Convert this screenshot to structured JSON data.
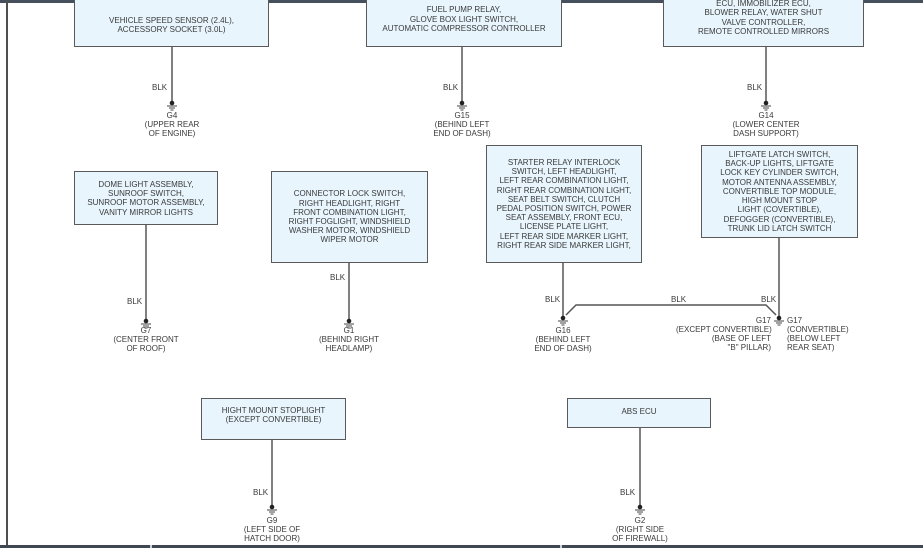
{
  "components": [
    {
      "id": "b1",
      "lines": [
        "VEHICLE SPEED SENSOR (2.4L),",
        "ACCESSORY SOCKET (3.0L)"
      ]
    },
    {
      "id": "b2",
      "lines": [
        "FUEL PUMP RELAY,",
        "GLOVE BOX LIGHT SWITCH,",
        "AUTOMATIC COMPRESSOR CONTROLLER"
      ]
    },
    {
      "id": "b3",
      "lines": [
        "ECU, IMMOBILIZER ECU,",
        "BLOWER RELAY, WATER SHUT",
        "VALVE CONTROLLER,",
        "REMOTE CONTROLLED MIRRORS"
      ]
    },
    {
      "id": "b4",
      "lines": [
        "DOME LIGHT ASSEMBLY,",
        "SUNROOF SWITCH,",
        "SUNROOF MOTOR ASSEMBLY,",
        "VANITY MIRROR LIGHTS"
      ]
    },
    {
      "id": "b5",
      "lines": [
        "CONNECTOR LOCK SWITCH,",
        "RIGHT HEADLIGHT, RIGHT",
        "FRONT COMBINATION LIGHT,",
        "RIGHT FOGLIGHT, WINDSHIELD",
        "WASHER MOTOR, WINDSHIELD",
        "WIPER MOTOR"
      ]
    },
    {
      "id": "b6",
      "lines": [
        "STARTER RELAY INTERLOCK",
        "SWITCH, LEFT HEADLIGHT,",
        "LEFT REAR COMBINATION LIGHT,",
        "RIGHT REAR COMBINATION LIGHT,",
        "SEAT BELT SWITCH, CLUTCH",
        "PEDAL POSITION SWITCH, POWER",
        "SEAT ASSEMBLY, FRONT ECU,",
        "LICENSE PLATE LIGHT,",
        "LEFT REAR SIDE MARKER LIGHT,",
        "RIGHT REAR SIDE MARKER LIGHT,"
      ]
    },
    {
      "id": "b7",
      "lines": [
        "LIFTGATE LATCH SWITCH,",
        "BACK-UP LIGHTS, LIFTGATE",
        "LOCK KEY CYLINDER SWITCH,",
        "MOTOR ANTENNA ASSEMBLY,",
        "CONVERTIBLE TOP MODULE,",
        "HIGH MOUNT STOP",
        "LIGHT (COVERTIBLE),",
        "DEFOGGER (CONVERTIBLE),",
        "TRUNK LID LATCH SWITCH"
      ]
    },
    {
      "id": "b8",
      "lines": [
        "HIGHT MOUNT STOPLIGHT",
        "(EXCEPT CONVERTIBLE)"
      ]
    },
    {
      "id": "b9",
      "lines": [
        "ABS ECU"
      ]
    }
  ],
  "wire_color_labels": {
    "w1": "BLK",
    "w2": "BLK",
    "w3": "BLK",
    "w4": "BLK",
    "w5": "BLK",
    "w6": "BLK",
    "w7": "BLK",
    "w8": "BLK",
    "w9": "BLK",
    "w10": "BLK"
  },
  "grounds": [
    {
      "id": "g4",
      "lines": [
        "G4",
        "(UPPER REAR",
        "OF ENGINE)"
      ]
    },
    {
      "id": "g15",
      "lines": [
        "G15",
        "(BEHIND LEFT",
        "END OF DASH)"
      ]
    },
    {
      "id": "g14",
      "lines": [
        "G14",
        "(LOWER CENTER",
        "DASH SUPPORT)"
      ]
    },
    {
      "id": "g7",
      "lines": [
        "G7",
        "(CENTER FRONT",
        "OF ROOF)"
      ]
    },
    {
      "id": "g1",
      "lines": [
        "G1",
        "(BEHIND RIGHT",
        "HEADLAMP)"
      ]
    },
    {
      "id": "g16",
      "lines": [
        "G16",
        "(BEHIND LEFT",
        "END OF DASH)"
      ]
    },
    {
      "id": "g17a",
      "lines": [
        "G17",
        "(EXCEPT CONVERTIBLE)",
        "(BASE OF LEFT",
        "\"B\" PILLAR)"
      ]
    },
    {
      "id": "g17b",
      "lines": [
        "G17",
        "(CONVERTIBLE)",
        "(BELOW LEFT",
        "REAR SEAT)"
      ]
    },
    {
      "id": "g9",
      "lines": [
        "G9",
        "(LEFT SIDE OF",
        "HATCH DOOR)"
      ]
    },
    {
      "id": "g2",
      "lines": [
        "G2",
        "(RIGHT SIDE",
        "OF FIREWALL)"
      ]
    }
  ],
  "colors": {
    "box_fill": "#e8f5fd",
    "wire": "#555555",
    "frame": "#46505c"
  }
}
